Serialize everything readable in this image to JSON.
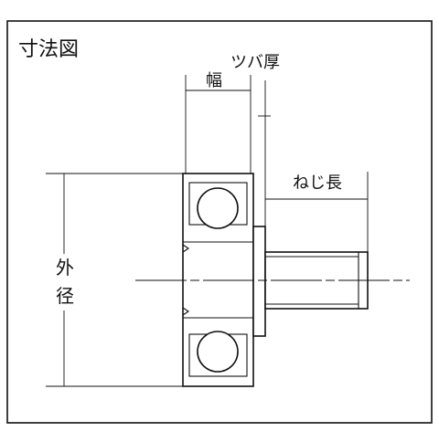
{
  "title": "寸法図",
  "labels": {
    "width": "幅",
    "flange_thickness": "ツバ厚",
    "thread_length": "ねじ長",
    "outer_diameter_line1": "外",
    "outer_diameter_line2": "径"
  },
  "colors": {
    "line": "#111111",
    "background": "#ffffff"
  }
}
